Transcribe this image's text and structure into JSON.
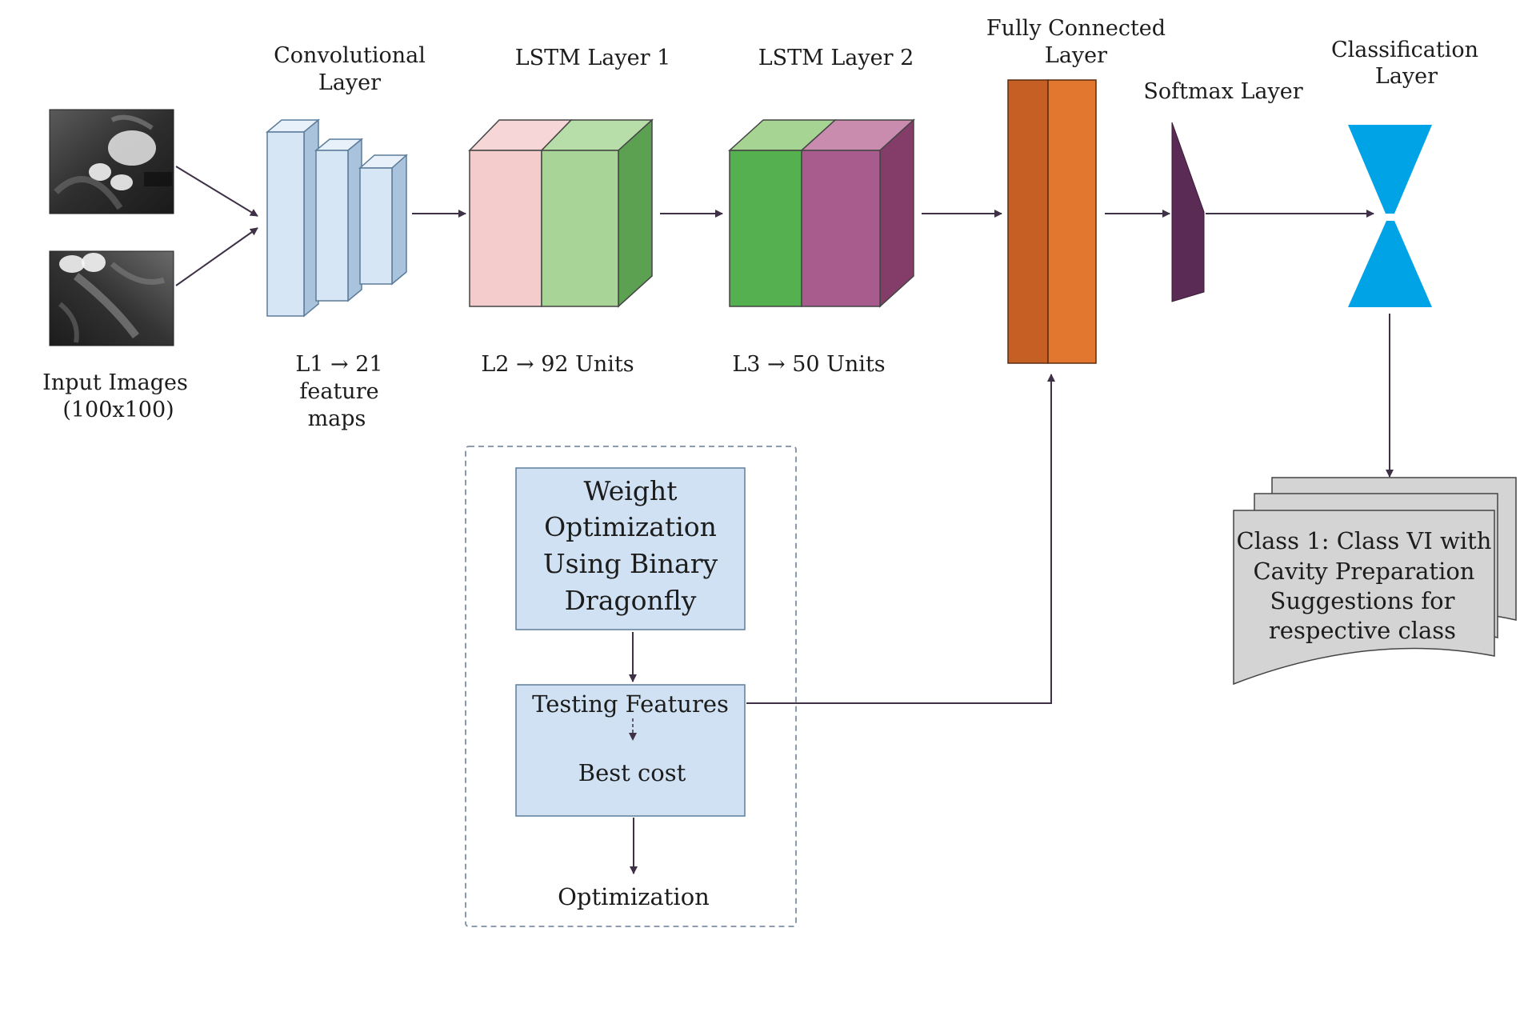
{
  "input": {
    "label_line1": "Input Images",
    "label_line2": "(100x100)"
  },
  "conv": {
    "title_line1": "Convolutional",
    "title_line2": "Layer",
    "caption_line1": "L1 → 21",
    "caption_line2": "feature",
    "caption_line3": "maps",
    "colors": {
      "front": "#d7e6f4",
      "side": "#a9c3dc",
      "top": "#e8f1fa",
      "stroke": "#5b7c9a"
    }
  },
  "lstm1": {
    "title": "LSTM Layer 1",
    "caption": "L2 → 92 Units",
    "colors": {
      "pink": "#f4cccc",
      "green": "#a8d498",
      "side": "#5ca152",
      "top_pink": "#f6d6d6",
      "top_green": "#b7dda9"
    }
  },
  "lstm2": {
    "title": "LSTM Layer 2",
    "caption": "L3 → 50 Units",
    "colors": {
      "green": "#55b04f",
      "purple": "#a85b8d",
      "side": "#833d68",
      "top_green": "#a6d493",
      "top_purple": "#c98caf"
    }
  },
  "fc": {
    "title_line1": "Fully Connected",
    "title_line2": "Layer",
    "colors": {
      "left": "#c65f24",
      "right": "#e2772f"
    }
  },
  "softmax": {
    "title": "Softmax Layer",
    "color": "#5a2c55"
  },
  "classification": {
    "title_line1": "Classification",
    "title_line2": "Layer",
    "color": "#00a3e6"
  },
  "output_card": {
    "line1": "Class 1: Class VI with",
    "line2": "Cavity Preparation",
    "line3": "Suggestions for",
    "line4": "respective class",
    "color": "#d4d4d4"
  },
  "optimizer": {
    "weight_box_line1": "Weight",
    "weight_box_line2": "Optimization",
    "weight_box_line3": "Using Binary",
    "weight_box_line4": "Dragonfly",
    "testing_features": "Testing Features",
    "best_cost": "Best cost",
    "optimization": "Optimization",
    "box_color": "#cfe1f2",
    "box_stroke": "#5e7f9c",
    "dashed_border_color": "#7d8fa5"
  }
}
